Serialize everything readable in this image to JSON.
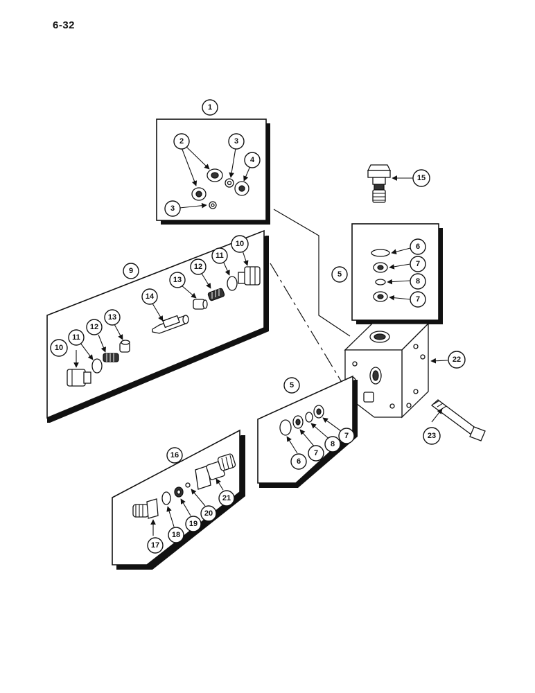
{
  "page": {
    "number": "6-32"
  },
  "callouts": {
    "c1": "1",
    "c2": "2",
    "c3a": "3",
    "c3b": "3",
    "c4": "4",
    "c5a": "5",
    "c5b": "5",
    "c6a": "6",
    "c6b": "6",
    "c7a": "7",
    "c7b": "7",
    "c7c": "7",
    "c7d": "7",
    "c8a": "8",
    "c8b": "8",
    "c9": "9",
    "c10a": "10",
    "c10b": "10",
    "c11a": "11",
    "c11b": "11",
    "c12a": "12",
    "c12b": "12",
    "c13a": "13",
    "c13b": "13",
    "c14": "14",
    "c15": "15",
    "c16": "16",
    "c17": "17",
    "c18": "18",
    "c19": "19",
    "c20": "20",
    "c21": "21",
    "c22": "22",
    "c23": "23"
  }
}
